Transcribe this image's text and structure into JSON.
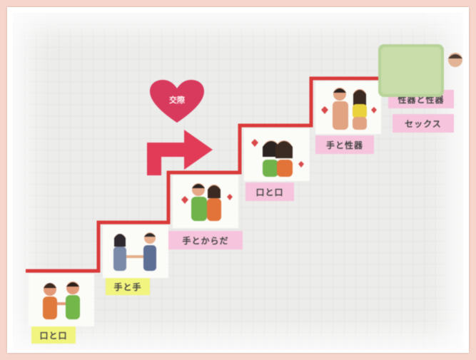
{
  "heart": {
    "label": "交際",
    "color": "#d83a5d"
  },
  "arrow": {
    "color": "#e23b58"
  },
  "stairs": {
    "line_color": "#d93a3a",
    "steps": [
      {
        "label": "口と口",
        "label_bg": "#f2f480"
      },
      {
        "label": "手と手",
        "label_bg": "#f2f480"
      },
      {
        "label": "手とからだ",
        "label_bg": "#f6c4dc"
      },
      {
        "label": "口と口",
        "label_bg": "#f6c4dc"
      },
      {
        "label": "手と性器",
        "label_bg": "#f6c4dc"
      },
      {
        "label": "性器と性器",
        "label_bg": "#f6c4dc"
      },
      {
        "label": "セックス",
        "label_bg": "#f6c4dc"
      }
    ]
  }
}
